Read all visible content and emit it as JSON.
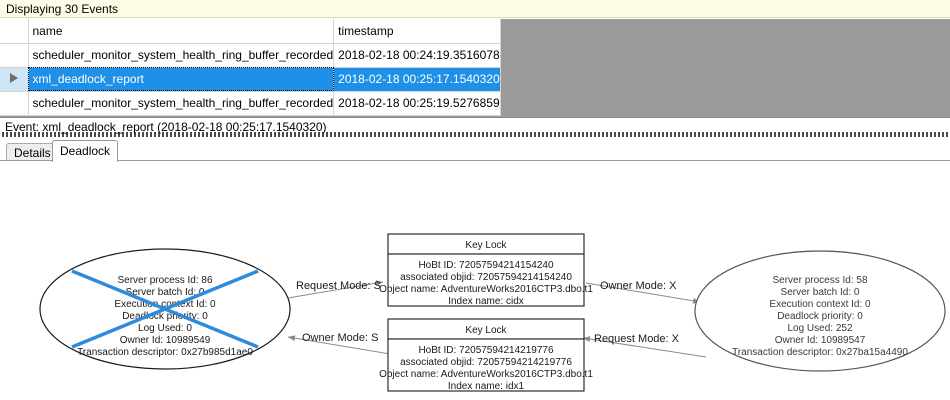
{
  "banner": {
    "text": "Displaying 30 Events"
  },
  "grid": {
    "columns": [
      "",
      "name",
      "timestamp"
    ],
    "rows": [
      {
        "selected": false,
        "marker": "",
        "name": "scheduler_monitor_system_health_ring_buffer_recorded",
        "timestamp": "2018-02-18 00:24:19.3516078"
      },
      {
        "selected": true,
        "marker": "row-selector-arrow-icon",
        "name": "xml_deadlock_report",
        "timestamp": "2018-02-18 00:25:17.1540320"
      },
      {
        "selected": false,
        "marker": "",
        "name": "scheduler_monitor_system_health_ring_buffer_recorded",
        "timestamp": "2018-02-18 00:25:19.5276859"
      }
    ]
  },
  "event_label": {
    "text": "Event: xml_deadlock_report (2018-02-18 00:25:17.1540320)"
  },
  "tabs": [
    {
      "label": "Details",
      "active": false
    },
    {
      "label": "Deadlock",
      "active": true
    }
  ],
  "deadlock_graph": {
    "victim_process": {
      "name": "process-node-left",
      "is_victim": true,
      "lines": [
        "Server process Id: 86",
        "Server batch Id: 0",
        "Execution context Id: 0",
        "Deadlock priority: 0",
        "Log Used: 0",
        "Owner Id: 10989549",
        "Transaction descriptor: 0x27b985d1ae0"
      ]
    },
    "surviving_process": {
      "name": "process-node-right",
      "is_victim": false,
      "lines": [
        "Server process Id: 58",
        "Server batch Id: 0",
        "Execution context Id: 0",
        "Deadlock priority: 0",
        "Log Used: 252",
        "Owner Id: 10989547",
        "Transaction descriptor: 0x27ba15a4490"
      ]
    },
    "resources": [
      {
        "name": "key-lock-top",
        "title": "Key Lock",
        "lines": [
          "HoBt ID: 72057594214154240",
          "associated objid: 72057594214154240",
          "Object name: AdventureWorks2016CTP3.dbo.t1",
          "Index name: cidx"
        ]
      },
      {
        "name": "key-lock-bottom",
        "title": "Key Lock",
        "lines": [
          "HoBt ID: 72057594214219776",
          "associated objid: 72057594214219776",
          "Object name: AdventureWorks2016CTP3.dbo.t1",
          "Index name: idx1"
        ]
      }
    ],
    "edges": [
      {
        "name": "edge-left-request",
        "label": "Request Mode: S",
        "direction": "to-resource"
      },
      {
        "name": "edge-left-owner",
        "label": "Owner Mode: S",
        "direction": "to-process"
      },
      {
        "name": "edge-right-owner",
        "label": "Owner Mode: X",
        "direction": "to-process"
      },
      {
        "name": "edge-right-request",
        "label": "Request Mode: X",
        "direction": "to-resource"
      }
    ]
  },
  "colors": {
    "banner_bg": "#fdfce5",
    "selection_blue": "#1e90e8",
    "victim_cross": "#2e8bdc",
    "grid_filler_gray": "#9a9a9a"
  }
}
